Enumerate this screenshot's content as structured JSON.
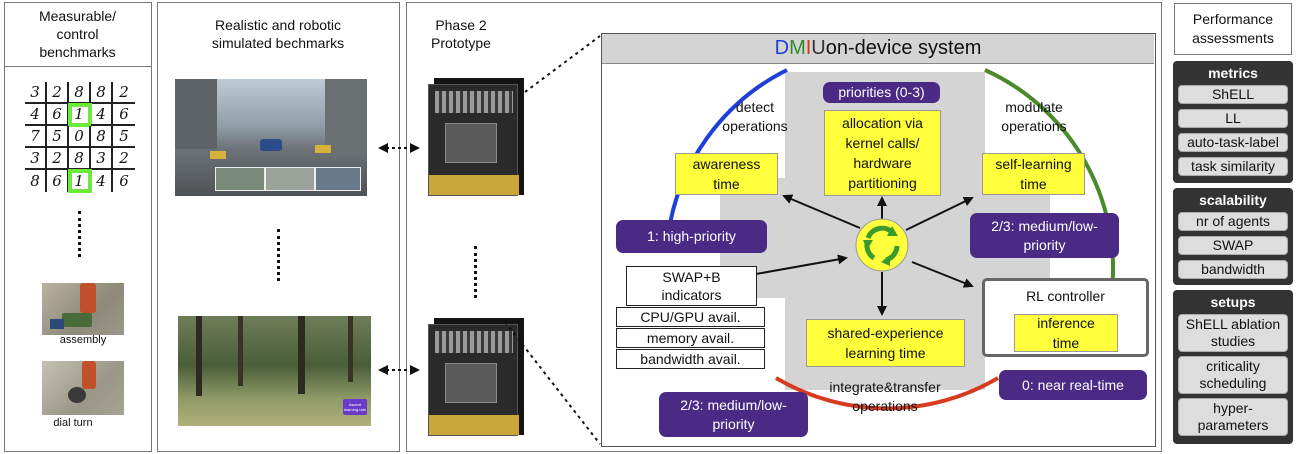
{
  "panels": {
    "measurable": {
      "title_line1": "Measurable/",
      "title_line2": "control",
      "title_line3": "benchmarks"
    },
    "realistic": {
      "title_line1": "Realistic and robotic",
      "title_line2": "simulated bechmarks"
    },
    "phase2": {
      "title_line1": "Phase 2",
      "title_line2": "Prototype"
    }
  },
  "digits_grid": [
    [
      "3",
      "2",
      "8",
      "8",
      "2"
    ],
    [
      "4",
      "6",
      "1",
      "4",
      "6"
    ],
    [
      "7",
      "5",
      "0",
      "8",
      "5"
    ],
    [
      "3",
      "2",
      "8",
      "3",
      "2"
    ],
    [
      "8",
      "6",
      "1",
      "4",
      "6"
    ]
  ],
  "robot_tasks": {
    "assembly": "assembly",
    "dial_turn": "dial turn"
  },
  "sim_badge": "Ascent learning rate",
  "dmiu": {
    "title_d": "D",
    "title_m": "M",
    "title_i": "I",
    "title_u": "U",
    "title_rest": " on-device system",
    "colors": {
      "d": "#1f3fd8",
      "m": "#2f8a2f",
      "i": "#d8321f",
      "u": "#333333"
    }
  },
  "ops": {
    "detect_line1": "detect",
    "detect_line2": "operations",
    "modulate_line1": "modulate",
    "modulate_line2": "operations",
    "integrate_line1": "integrate&transfer",
    "integrate_line2": "operations"
  },
  "boxes": {
    "priorities": "priorities (0-3)",
    "allocation_line1": "allocation via",
    "allocation_line2": "kernel calls/",
    "allocation_line3": "hardware",
    "allocation_line4": "partitioning",
    "awareness_line1": "awareness",
    "awareness_line2": "time",
    "self_learning_line1": "self-learning",
    "self_learning_line2": "time",
    "high_priority": "1: high-priority",
    "med_low_right_line1": "2/3: medium/low-",
    "med_low_right_line2": "priority",
    "med_low_left_line1": "2/3: medium/low-",
    "med_low_left_line2": "priority",
    "near_real_time": "0: near real-time",
    "shared_line1": "shared-experience",
    "shared_line2": "learning time",
    "rl_controller": "RL controller",
    "inference_line1": "inference",
    "inference_line2": "time"
  },
  "indicators": {
    "swapb_line1": "SWAP+B",
    "swapb_line2": "indicators",
    "cpu": "CPU/GPU avail.",
    "memory": "memory avail.",
    "bandwidth": "bandwidth avail."
  },
  "performance": {
    "title_line1": "Performance",
    "title_line2": "assessments",
    "metrics": {
      "title": "metrics",
      "items": [
        "ShELL",
        "LL",
        "auto-task-label",
        "task similarity"
      ]
    },
    "scalability": {
      "title": "scalability",
      "items": [
        "nr of agents",
        "SWAP",
        "bandwidth"
      ]
    },
    "setups": {
      "title": "setups",
      "item1_line1": "ShELL ablation",
      "item1_line2": "studies",
      "item2_line1": "criticality",
      "item2_line2": "scheduling",
      "item3_line1": "hyper-",
      "item3_line2": "parameters"
    }
  },
  "colors": {
    "yellow": "#ffff3c",
    "purple": "#4b2a86",
    "grey_band": "#d4d4d4",
    "arc_blue": "#1f3fd8",
    "arc_green": "#4a8a2a",
    "arc_red": "#d83a1f",
    "highlight": "#6ee83a"
  }
}
